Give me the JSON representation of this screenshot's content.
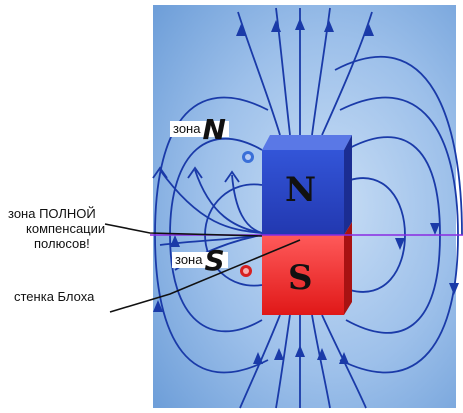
{
  "magnet": {
    "north_label": "N",
    "south_label": "S",
    "north_color": "#2244c8",
    "south_color": "#e02020",
    "field_line_color": "#1a3aa8",
    "background_color": "#7aa7dd"
  },
  "labels": {
    "zone_n_text": "зона",
    "zone_n_letter": "N",
    "zone_s_text": "зона",
    "zone_s_letter": "S",
    "full_compensation_line1": "зона ПОЛНОЙ",
    "full_compensation_line2": "компенсации",
    "full_compensation_line3": "полюсов!",
    "bloch_wall": "стенка Блоха"
  },
  "markers": {
    "n_dot_color": "#3a6fd8",
    "s_dot_color": "#d82020",
    "axis_line_color": "#8a2be2"
  }
}
